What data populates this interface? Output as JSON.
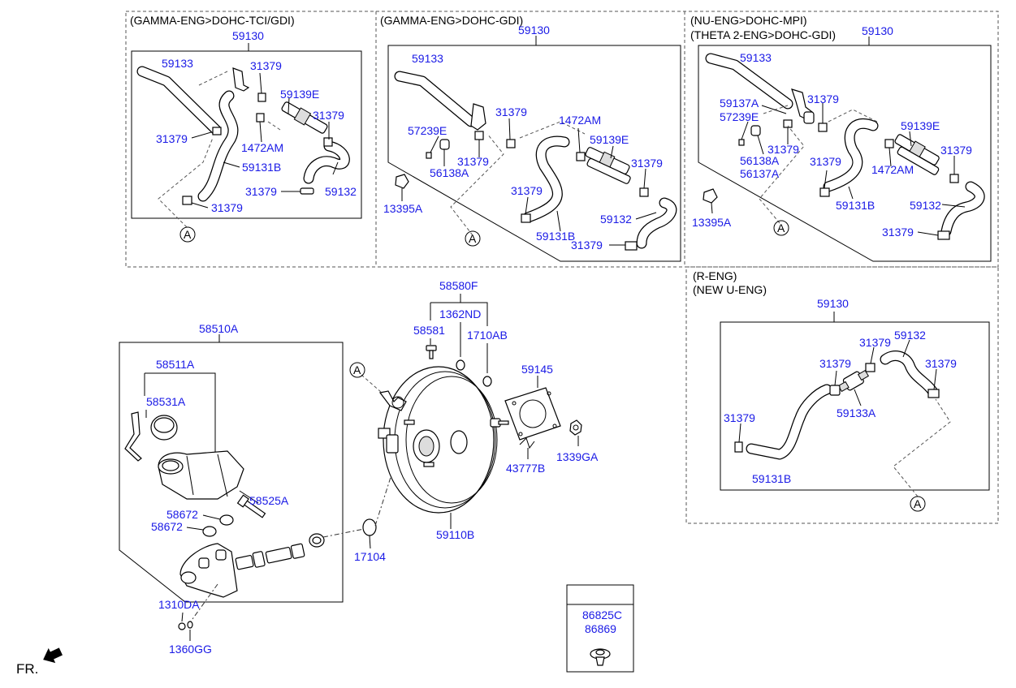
{
  "sections": {
    "gamma_tci": {
      "title": "(GAMMA-ENG>DOHC-TCI/GDI)"
    },
    "gamma_gdi": {
      "title": "(GAMMA-ENG>DOHC-GDI)"
    },
    "nu_theta": {
      "title_1": "(NU-ENG>DOHC-MPI)",
      "title_2": "(THETA 2-ENG>DOHC-GDI)"
    },
    "r_u": {
      "title_1": "(R-ENG)",
      "title_2": "(NEW U-ENG)"
    }
  },
  "labels": {
    "p59130": "59130",
    "p59133": "59133",
    "p31379": "31379",
    "p59139E": "59139E",
    "p1472AM": "1472AM",
    "p59131B": "59131B",
    "p59132": "59132",
    "p57239E": "57239E",
    "p56138A": "56138A",
    "p13395A": "13395A",
    "p59137A": "59137A",
    "p56137A": "56137A",
    "p59133A": "59133A",
    "p58510A": "58510A",
    "p58511A": "58511A",
    "p58531A": "58531A",
    "p58525A": "58525A",
    "p58672": "58672",
    "p1310DA": "1310DA",
    "p1360GG": "1360GG",
    "p17104": "17104",
    "p58580F": "58580F",
    "p1362ND": "1362ND",
    "p58581": "58581",
    "p1710AB": "1710AB",
    "p59145": "59145",
    "p43777B": "43777B",
    "p1339GA": "1339GA",
    "p59110B": "59110B",
    "p86825C": "86825C",
    "p86869": "86869",
    "ref_a": "A",
    "fr": "FR."
  }
}
